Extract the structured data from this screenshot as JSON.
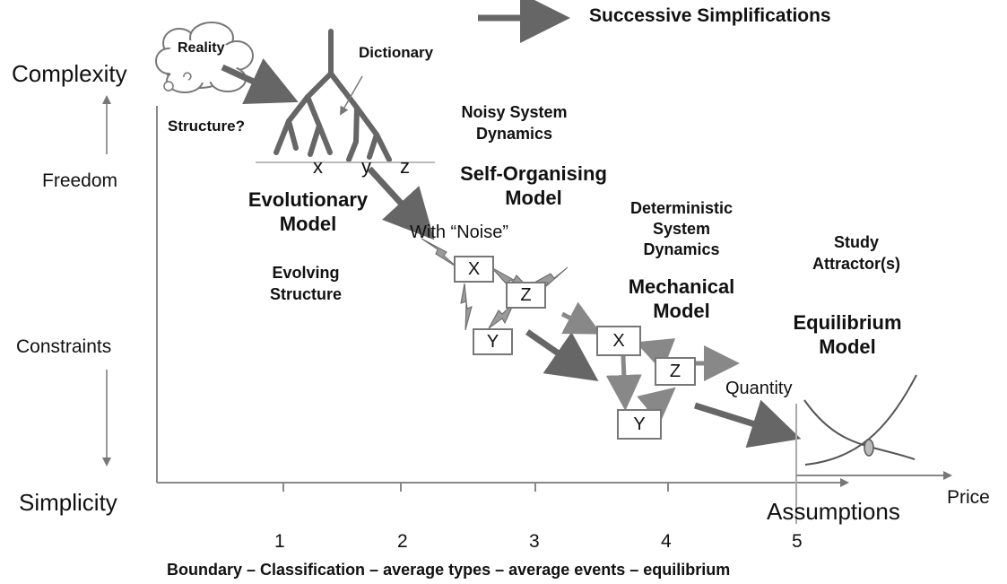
{
  "header": {
    "title": "Successive Simplifications"
  },
  "yaxis": {
    "top": "Complexity",
    "freedom": "Freedom",
    "constraints": "Constraints",
    "bottom": "Simplicity"
  },
  "xaxis": {
    "ticks": [
      "1",
      "2",
      "3",
      "4",
      "5"
    ],
    "caption": "Boundary – Classification – average types – average events – equilibrium",
    "assumptions": "Assumptions"
  },
  "stage1": {
    "reality": "Reality",
    "dictionary": "Dictionary",
    "structure_q": "Structure?",
    "vars": [
      "x",
      "y",
      "z"
    ],
    "model_line1": "Evolutionary",
    "model_line2": "Model",
    "sub_line1": "Evolving",
    "sub_line2": "Structure"
  },
  "stage2": {
    "noisy_line1": "Noisy System",
    "noisy_line2": "Dynamics",
    "model_line1": "Self-Organising",
    "model_line2": "Model",
    "noise_label": "With “Noise”",
    "boxes": [
      "X",
      "Z",
      "Y"
    ]
  },
  "stage3": {
    "det_line1": "Deterministic",
    "det_line2": "System",
    "det_line3": "Dynamics",
    "model_line1": "Mechanical",
    "model_line2": "Model",
    "boxes": [
      "X",
      "Z",
      "Y"
    ]
  },
  "stage4": {
    "study_line1": "Study",
    "study_line2": "Attractor(s)",
    "model_line1": "Equilibrium",
    "model_line2": "Model",
    "quantity": "Quantity",
    "price": "Price"
  },
  "colors": {
    "arrow": "#666666",
    "light_arrow": "#9a9a9a",
    "axis": "#888888",
    "text": "#111111"
  }
}
